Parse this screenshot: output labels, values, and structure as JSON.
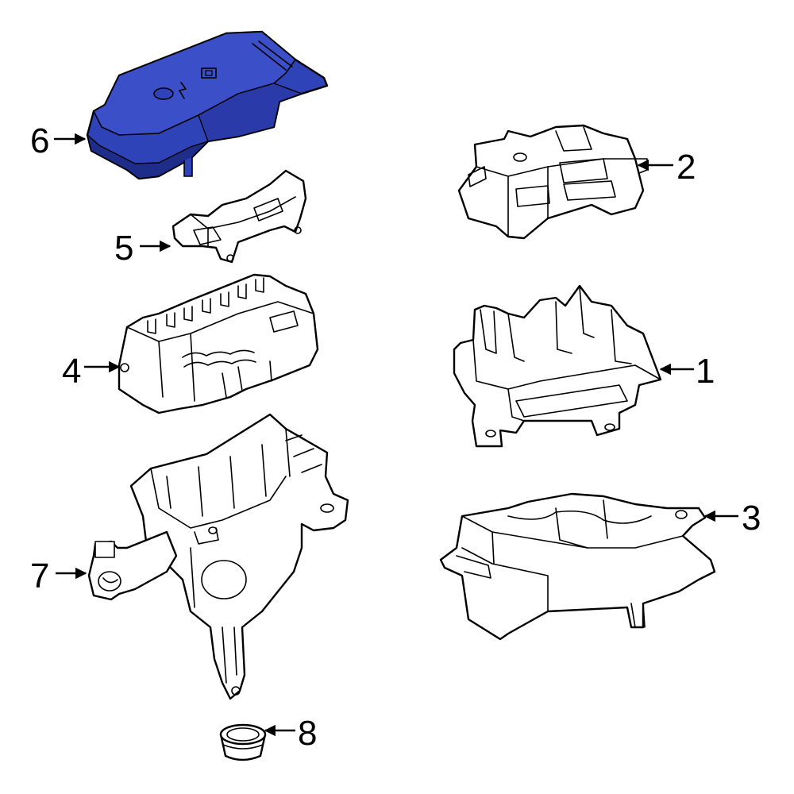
{
  "colors": {
    "background": "#ffffff",
    "line": "#000000",
    "highlight": "#2f43b8",
    "highlight_shade": "#1e2c8a"
  },
  "highlighted_part": "6",
  "callouts": [
    {
      "id": "1",
      "label": "1"
    },
    {
      "id": "2",
      "label": "2"
    },
    {
      "id": "3",
      "label": "3"
    },
    {
      "id": "4",
      "label": "4"
    },
    {
      "id": "5",
      "label": "5"
    },
    {
      "id": "6",
      "label": "6"
    },
    {
      "id": "7",
      "label": "7"
    },
    {
      "id": "8",
      "label": "8"
    }
  ]
}
